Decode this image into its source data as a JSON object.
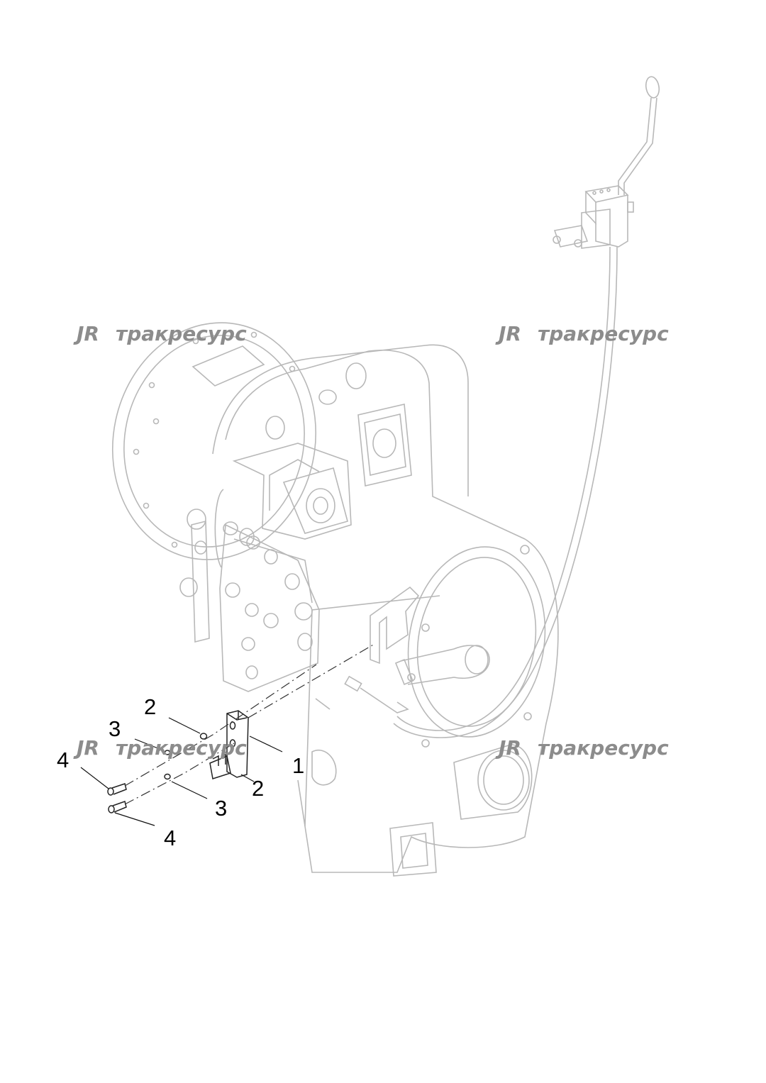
{
  "watermark": {
    "logo_text": "JR",
    "brand": "тракресурс",
    "color": "#8c8c8c"
  },
  "callouts": [
    {
      "id": "c1",
      "label": "1"
    },
    {
      "id": "c2a",
      "label": "2"
    },
    {
      "id": "c2b",
      "label": "2"
    },
    {
      "id": "c3a",
      "label": "3"
    },
    {
      "id": "c3b",
      "label": "3"
    },
    {
      "id": "c4a",
      "label": "4"
    },
    {
      "id": "c4b",
      "label": "4"
    }
  ],
  "colors": {
    "assembly_line": "#b8b8b8",
    "exploded_parts_line": "#222222",
    "callout_text": "#000000"
  }
}
